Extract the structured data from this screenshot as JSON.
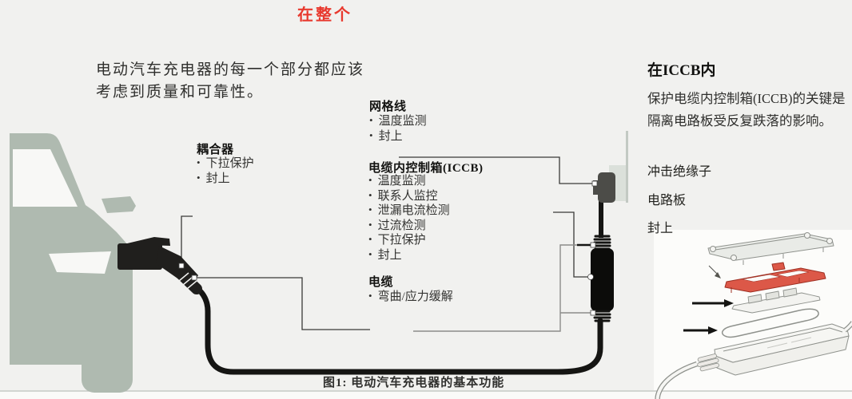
{
  "title": "在整个",
  "intro": "电动汽车充电器的每一个部分都应该考虑到质量和可靠性。",
  "sections": {
    "coupler": {
      "heading": "耦合器",
      "items": [
        "下拉保护",
        "封上"
      ]
    },
    "grid_line": {
      "heading": "网格线",
      "items": [
        "温度监测",
        "封上"
      ]
    },
    "iccb": {
      "heading": "电缆内控制箱(ICCB)",
      "items": [
        "温度监测",
        "联系人监控",
        "泄漏电流检测",
        "过流检测",
        "下拉保护",
        "封上"
      ]
    },
    "cable": {
      "heading": "电缆",
      "items": [
        "弯曲/应力缓解"
      ]
    }
  },
  "right_panel": {
    "heading": "在ICCB内",
    "body": "保护电缆内控制箱(ICCB)的关键是隔离电路板受反复跌落的影响。",
    "labels": [
      "冲击绝缘子",
      "电路板",
      "封上"
    ]
  },
  "caption": "图1: 电动汽车充电器的基本功能",
  "colors": {
    "accent_red": "#e8392e",
    "car_body": "#afbab0",
    "insulator_red": "#dc5848",
    "cable_black": "#151513",
    "leader_gray": "#8c8c8a"
  }
}
